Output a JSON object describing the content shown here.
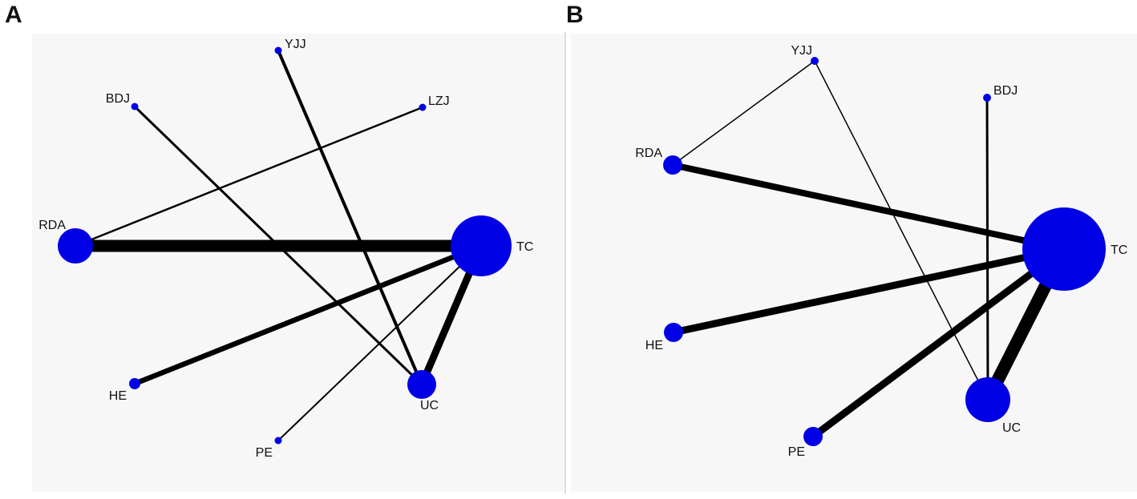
{
  "panels": [
    {
      "letter": "A",
      "node_color": "#0000e6",
      "edge_color": "#000000",
      "nodes": [
        {
          "id": "YJJ",
          "label": "YJJ"
        },
        {
          "id": "BDJ",
          "label": "BDJ"
        },
        {
          "id": "LZJ",
          "label": "LZJ"
        },
        {
          "id": "RDA",
          "label": "RDA"
        },
        {
          "id": "TC",
          "label": "TC"
        },
        {
          "id": "HE",
          "label": "HE"
        },
        {
          "id": "UC",
          "label": "UC"
        },
        {
          "id": "PE",
          "label": "PE"
        }
      ],
      "edges": [
        {
          "from": "RDA",
          "to": "TC"
        },
        {
          "from": "RDA",
          "to": "LZJ"
        },
        {
          "from": "YJJ",
          "to": "UC"
        },
        {
          "from": "BDJ",
          "to": "UC"
        },
        {
          "from": "HE",
          "to": "TC"
        },
        {
          "from": "PE",
          "to": "TC"
        },
        {
          "from": "UC",
          "to": "TC"
        }
      ]
    },
    {
      "letter": "B",
      "node_color": "#0000e6",
      "edge_color": "#000000",
      "nodes": [
        {
          "id": "YJJ",
          "label": "YJJ"
        },
        {
          "id": "BDJ",
          "label": "BDJ"
        },
        {
          "id": "RDA",
          "label": "RDA"
        },
        {
          "id": "TC",
          "label": "TC"
        },
        {
          "id": "HE",
          "label": "HE"
        },
        {
          "id": "UC",
          "label": "UC"
        },
        {
          "id": "PE",
          "label": "PE"
        }
      ],
      "edges": [
        {
          "from": "RDA",
          "to": "YJJ"
        },
        {
          "from": "YJJ",
          "to": "UC"
        },
        {
          "from": "BDJ",
          "to": "UC"
        },
        {
          "from": "RDA",
          "to": "TC"
        },
        {
          "from": "HE",
          "to": "TC"
        },
        {
          "from": "PE",
          "to": "TC"
        },
        {
          "from": "UC",
          "to": "TC"
        }
      ]
    }
  ]
}
